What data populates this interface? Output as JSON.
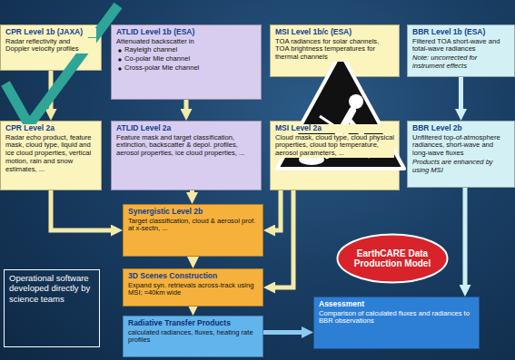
{
  "diagram": {
    "nodes": [
      {
        "text": [
          "CPR Level 1b (JAXA)",
          "Radar reflectivity and Doppler velocity profiles"
        ]
      },
      {
        "text": [
          "ATLID Level 1b (ESA)",
          "Attenuated backscatter in",
          "Rayleigh channel",
          "Co-polar Mie channel",
          "Cross-polar Mie channel"
        ]
      },
      {
        "text": [
          "MSI Level 1b/c (ESA)",
          "TOA radiances for solar channels, TOA brightness temperatures for thermal channels"
        ]
      },
      {
        "text": [
          "BBR Level 1b (ESA)",
          "Filtered TOA short-wave and total-wave radiances",
          "Note: uncorrected for instrument effects"
        ]
      },
      {
        "text": [
          "CPR Level 2a",
          "Radar echo product, feature mask, cloud type, liquid and ice cloud properties, vertical motion, rain and snow estimates, ..."
        ]
      },
      {
        "text": [
          "ATLID Level 2a",
          "Feature mask and target classification, extinction, backscatter & depol. profiles, aerosol properties, ice cloud properties, ..."
        ]
      },
      {
        "text": [
          "MSI Level 2a",
          "Cloud mask, cloud type, cloud physical properties, cloud top temperature, aerosol parameters, ..."
        ]
      },
      {
        "text": [
          "BBR Level 2b",
          "Unfiltered top-of-atmosphere radiances, short-wave and long-wave fluxes",
          "Products are enhanced by using MSI"
        ]
      },
      {
        "text": [
          "Synergistic Level 2b",
          "Target classification, cloud & aerosol prof. at x-sectn, ..."
        ]
      },
      {
        "text": [
          "3D Scenes Construction",
          "Expand syn. retrievals across-track using MSI; ≈40km wide"
        ]
      },
      {
        "text": [
          "Radiative Transfer Products",
          "calculated radiances, fluxes, heating rate profiles"
        ]
      },
      {
        "text": [
          "EarthCARE Data Production Model"
        ]
      },
      {
        "text": [
          "Assessment",
          "Comparison of calculated fluxes and radiances to BBR observations"
        ]
      },
      {
        "text": [
          "Operational software developed directly by science teams"
        ]
      }
    ],
    "edges": [
      {
        "from": 0,
        "to": 4,
        "arrow": "to"
      },
      {
        "from": 1,
        "to": 5,
        "arrow": "to"
      },
      {
        "from": 2,
        "to": 6,
        "arrow": "to"
      },
      {
        "from": 3,
        "to": 7,
        "arrow": "to"
      },
      {
        "from": 4,
        "to": 8,
        "arrow": "to"
      },
      {
        "from": 5,
        "to": 8,
        "arrow": "to"
      },
      {
        "from": 6,
        "to": 8,
        "arrow": "to"
      },
      {
        "from": 8,
        "to": 9,
        "arrow": "to"
      },
      {
        "from": 9,
        "to": 10,
        "arrow": "to"
      },
      {
        "from": 6,
        "to": 9,
        "arrow": "to"
      },
      {
        "from": 10,
        "to": 12,
        "arrow": "to"
      },
      {
        "from": 7,
        "to": 12,
        "arrow": "to"
      }
    ]
  }
}
